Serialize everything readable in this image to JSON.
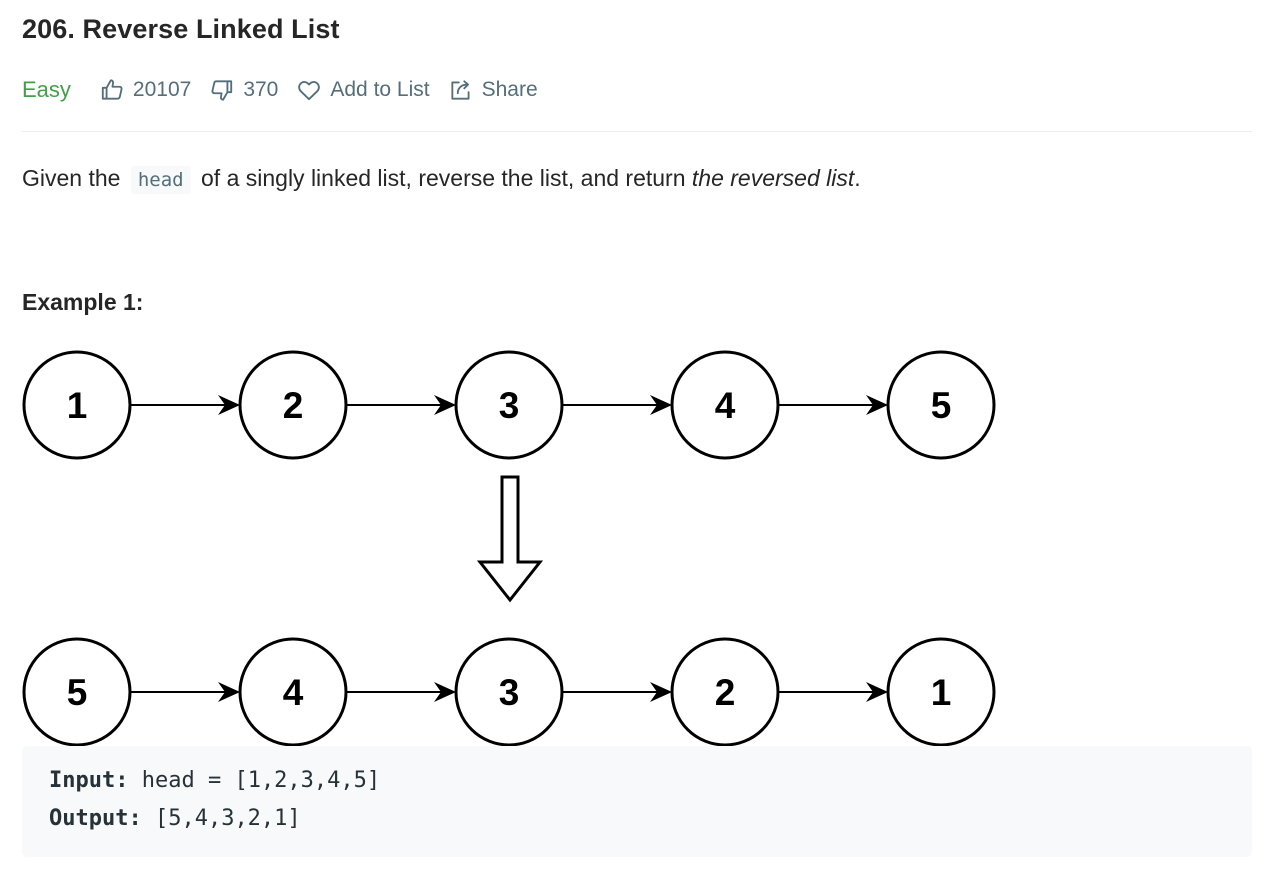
{
  "problem": {
    "title": "206. Reverse Linked List",
    "difficulty": "Easy",
    "likes": "20107",
    "dislikes": "370",
    "add_to_list_label": "Add to List",
    "share_label": "Share",
    "icons": {
      "like": "thumbs-up-icon",
      "dislike": "thumbs-down-icon",
      "add_to_list": "heart-icon",
      "share": "share-icon"
    },
    "colors": {
      "difficulty_easy": "#43a047",
      "meta_text": "#546e7a"
    }
  },
  "description": {
    "part1": "Given the",
    "code": "head",
    "part2": "of a singly linked list, reverse the list, and return",
    "emphasis": "the reversed list",
    "part3": "."
  },
  "example": {
    "title": "Example 1:",
    "diagram": {
      "before": [
        "1",
        "2",
        "3",
        "4",
        "5"
      ],
      "after": [
        "5",
        "4",
        "3",
        "2",
        "1"
      ]
    },
    "input_label": "Input:",
    "input_value": "head = [1,2,3,4,5]",
    "output_label": "Output:",
    "output_value": "[5,4,3,2,1]"
  }
}
